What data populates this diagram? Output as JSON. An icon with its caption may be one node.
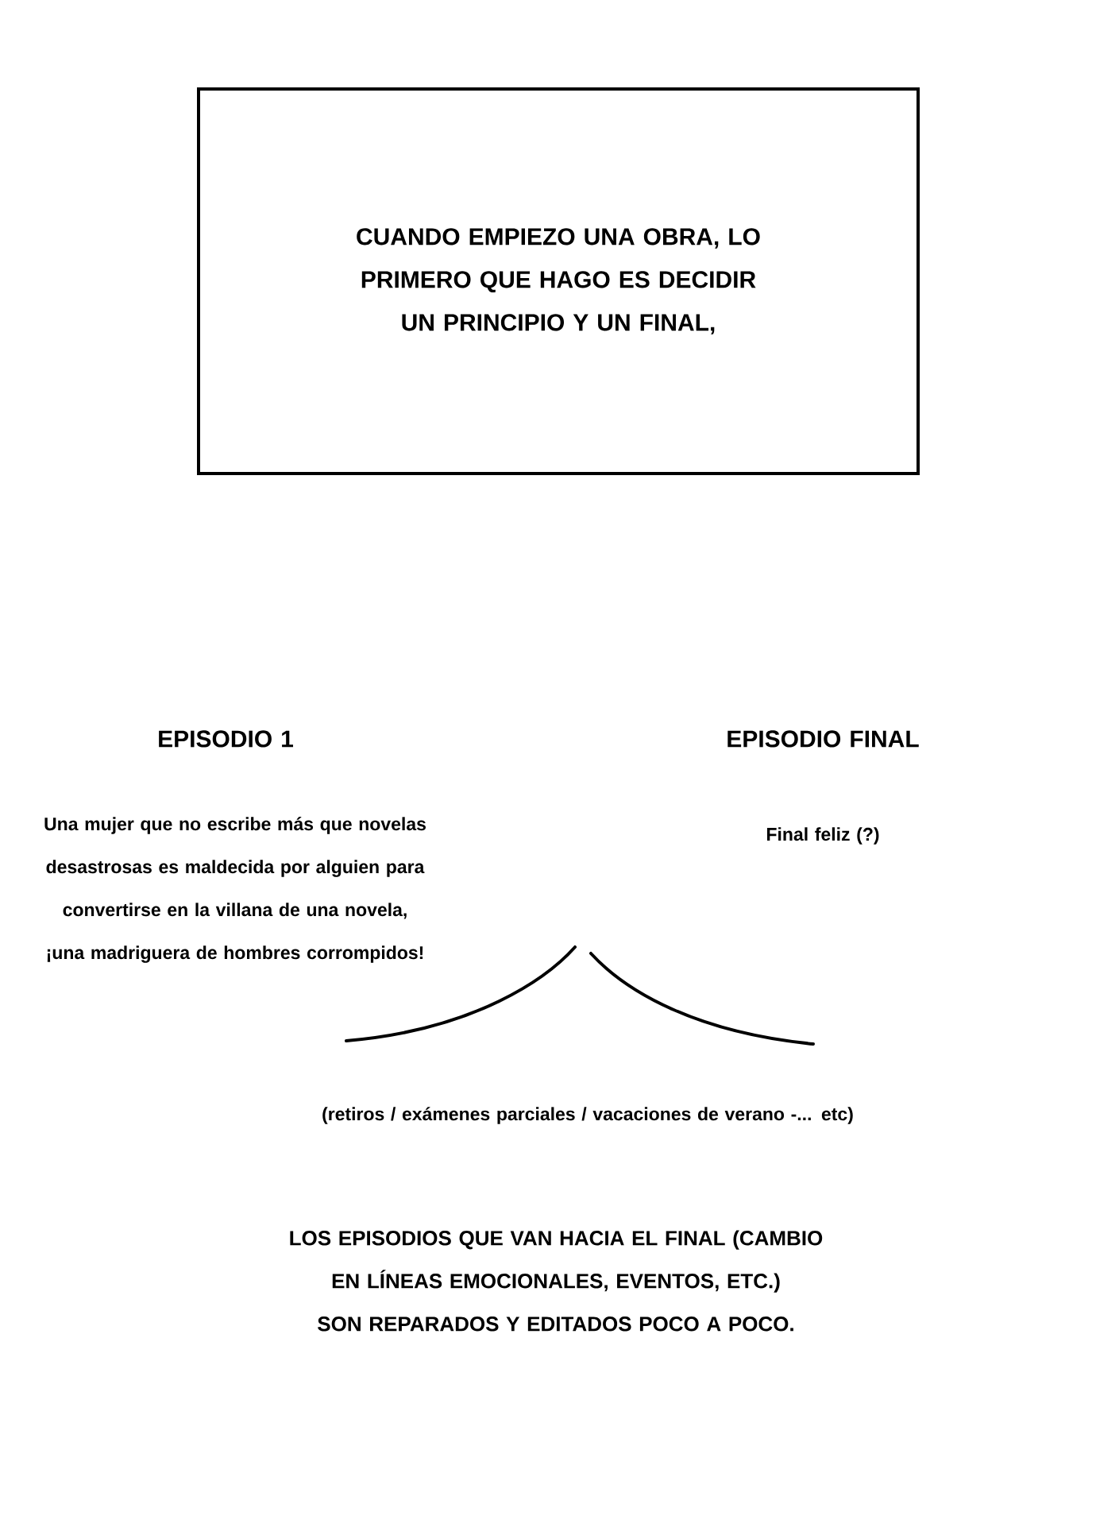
{
  "diagram": {
    "nodes": [
      {
        "text": [
          "CUANDO EMPIEZO UNA OBRA, LO PRIMERO QUE HAGO ES DECIDIR UN PRINCIPIO Y UN FINAL,"
        ]
      }
    ],
    "labels": [
      "EPISODIO 1",
      "Una mujer que no escribe más que novelas desastrosas es maldecida por alguien para convertirse en la villana de una novela, ¡una madriguera de hombres corrompidos!",
      "EPISODIO FINAL",
      "Final feliz (?)",
      "(retiros / exámenes parciales / vacaciones de verano -... etc)",
      "LOS EPISODIOS QUE VAN HACIA EL FINAL (CAMBIO EN LÍNEAS EMOCIONALES, EVENTOS, ETC.) SON REPARADOS Y EDITADOS POCO A POCO."
    ]
  }
}
